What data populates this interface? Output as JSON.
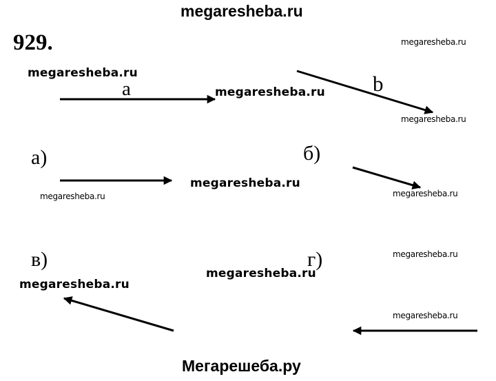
{
  "header": {
    "site_watermark": "megaresheba.ru"
  },
  "problem": {
    "number": "929."
  },
  "given_vectors": [
    {
      "label": "a"
    },
    {
      "label": "b"
    }
  ],
  "answers": [
    {
      "label": "а)"
    },
    {
      "label": "б)"
    },
    {
      "label": "в)"
    },
    {
      "label": "г)"
    }
  ],
  "watermarks": {
    "bold_1": "megaresheba.ru",
    "bold_2": "megaresheba.ru",
    "bold_3": "megaresheba.ru",
    "bold_4": "megaresheba.ru",
    "bold_5": "megaresheba.ru",
    "small_1": "megaresheba.ru",
    "small_2": "megaresheba.ru",
    "small_3": "megaresheba.ru",
    "small_4": "megaresheba.ru",
    "small_5": "megaresheba.ru",
    "small_6": "megaresheba.ru"
  },
  "footer": {
    "site_watermark": "Мегарешеба.ру"
  },
  "colors": {
    "ink": "#000000",
    "background": "#ffffff"
  }
}
